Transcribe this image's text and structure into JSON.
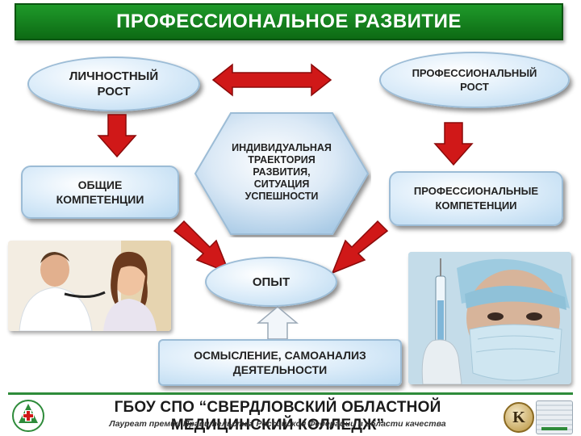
{
  "title": "ПРОФЕССИОНАЛЬНОЕ РАЗВИТИЕ",
  "nodes": {
    "personal_growth": [
      "ЛИЧНОСТНЫЙ",
      "РОСТ"
    ],
    "professional_growth": [
      "ПРОФЕССИОНАЛЬНЫЙ",
      "РОСТ"
    ],
    "general_competencies": [
      "ОБЩИЕ",
      "КОМПЕТЕНЦИИ"
    ],
    "individual_trajectory": [
      "ИНДИВИДУАЛЬНАЯ",
      "ТРАЕКТОРИЯ",
      "РАЗВИТИЯ,",
      "СИТУАЦИЯ",
      "УСПЕШНОСТИ"
    ],
    "professional_competencies": [
      "ПРОФЕССИОНАЛЬНЫЕ",
      "КОМПЕТЕНЦИИ"
    ],
    "experience": "ОПЫТ",
    "reflection": [
      "ОСМЫСЛЕНИЕ, САМОАНАЛИЗ",
      "ДЕЯТЕЛЬНОСТИ"
    ]
  },
  "footer": {
    "title": "ГБОУ СПО “СВЕРДЛОВСКИЙ ОБЛАСТНОЙ МЕДИЦИНСКИЙ КОЛЛЕДЖ”",
    "subtitle": "Лауреат премии Правительства Российской Федерации в области качества",
    "badge_letter": "K"
  },
  "colors": {
    "title_green": "#1f9a2a",
    "arrow_red": "#d01818",
    "bubble_blue": "#b8d8f0"
  }
}
